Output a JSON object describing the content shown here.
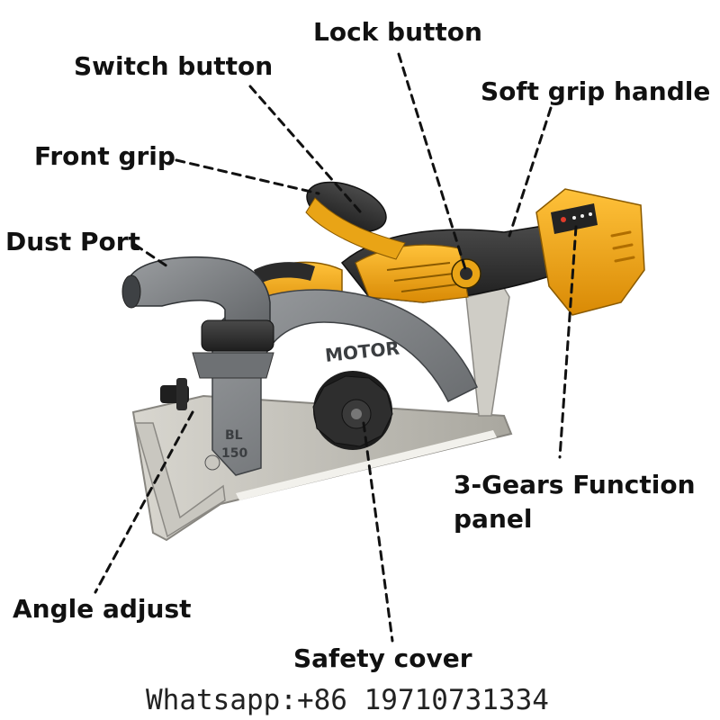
{
  "labels": {
    "lock_button": "Lock button",
    "switch_button": "Switch button",
    "soft_grip_handle": "Soft grip handle",
    "front_grip": "Front grip",
    "dust_port": "Dust Port",
    "gears_panel_line1": "3-Gears Function",
    "gears_panel_line2": "panel",
    "angle_adjust": "Angle adjust",
    "safety_cover": "Safety cover"
  },
  "product_markings": {
    "guard_text": "MOTOR",
    "model_line1": "BL",
    "model_line2": "150"
  },
  "contact": "Whatsapp:+86 19710731334",
  "colors": {
    "body_yellow": "#f2a516",
    "body_black": "#2a2a2a",
    "guard_gray": "#7a7d80",
    "base_steel": "#b9b7b0",
    "text": "#111111"
  }
}
